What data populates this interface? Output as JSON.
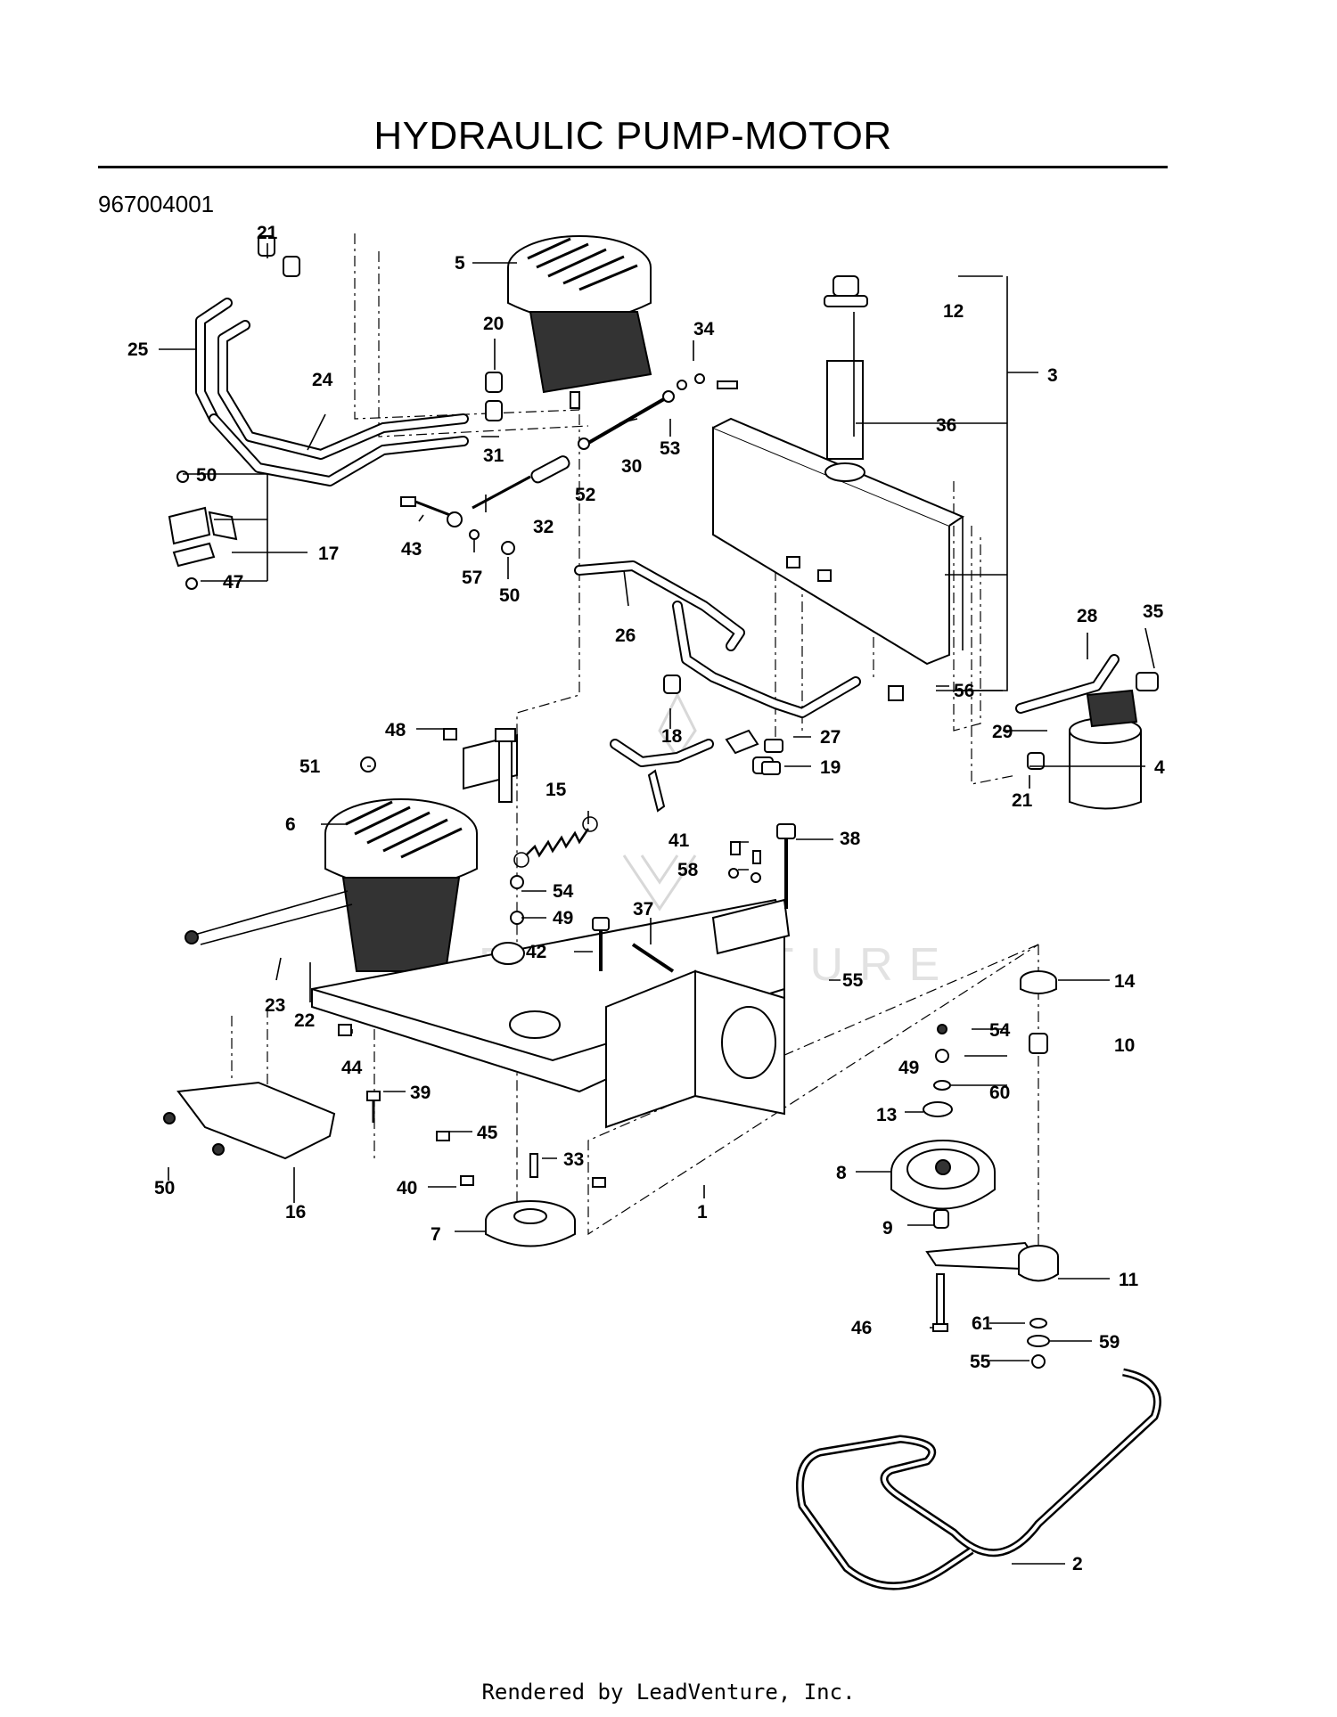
{
  "title": "HYDRAULIC PUMP-MOTOR",
  "part_number": "967004001",
  "footer": "Rendered by LeadVenture, Inc.",
  "watermark": "LEADVENTURE",
  "callouts": [
    {
      "id": "c21a",
      "label": "21"
    },
    {
      "id": "c5",
      "label": "5"
    },
    {
      "id": "c25",
      "label": "25"
    },
    {
      "id": "c20",
      "label": "20"
    },
    {
      "id": "c34",
      "label": "34"
    },
    {
      "id": "c12",
      "label": "12"
    },
    {
      "id": "c3",
      "label": "3"
    },
    {
      "id": "c24",
      "label": "24"
    },
    {
      "id": "c36",
      "label": "36"
    },
    {
      "id": "c53",
      "label": "53"
    },
    {
      "id": "c31",
      "label": "31"
    },
    {
      "id": "c30",
      "label": "30"
    },
    {
      "id": "c50a",
      "label": "50"
    },
    {
      "id": "c52",
      "label": "52"
    },
    {
      "id": "c32",
      "label": "32"
    },
    {
      "id": "c17",
      "label": "17"
    },
    {
      "id": "c43",
      "label": "43"
    },
    {
      "id": "c47",
      "label": "47"
    },
    {
      "id": "c57",
      "label": "57"
    },
    {
      "id": "c50b",
      "label": "50"
    },
    {
      "id": "c26",
      "label": "26"
    },
    {
      "id": "c28",
      "label": "28"
    },
    {
      "id": "c35",
      "label": "35"
    },
    {
      "id": "c56",
      "label": "56"
    },
    {
      "id": "c18",
      "label": "18"
    },
    {
      "id": "c48",
      "label": "48"
    },
    {
      "id": "c27",
      "label": "27"
    },
    {
      "id": "c29",
      "label": "29"
    },
    {
      "id": "c51",
      "label": "51"
    },
    {
      "id": "c19",
      "label": "19"
    },
    {
      "id": "c4",
      "label": "4"
    },
    {
      "id": "c15",
      "label": "15"
    },
    {
      "id": "c21b",
      "label": "21"
    },
    {
      "id": "c6",
      "label": "6"
    },
    {
      "id": "c41",
      "label": "41"
    },
    {
      "id": "c38",
      "label": "38"
    },
    {
      "id": "c58",
      "label": "58"
    },
    {
      "id": "c54a",
      "label": "54"
    },
    {
      "id": "c37",
      "label": "37"
    },
    {
      "id": "c49a",
      "label": "49"
    },
    {
      "id": "c42",
      "label": "42"
    },
    {
      "id": "c55a",
      "label": "55"
    },
    {
      "id": "c14",
      "label": "14"
    },
    {
      "id": "c23",
      "label": "23"
    },
    {
      "id": "c22",
      "label": "22"
    },
    {
      "id": "c54b",
      "label": "54"
    },
    {
      "id": "c10",
      "label": "10"
    },
    {
      "id": "c44",
      "label": "44"
    },
    {
      "id": "c49b",
      "label": "49"
    },
    {
      "id": "c39",
      "label": "39"
    },
    {
      "id": "c60",
      "label": "60"
    },
    {
      "id": "c45",
      "label": "45"
    },
    {
      "id": "c13",
      "label": "13"
    },
    {
      "id": "c50c",
      "label": "50"
    },
    {
      "id": "c16",
      "label": "16"
    },
    {
      "id": "c33",
      "label": "33"
    },
    {
      "id": "c8",
      "label": "8"
    },
    {
      "id": "c40",
      "label": "40"
    },
    {
      "id": "c1",
      "label": "1"
    },
    {
      "id": "c7",
      "label": "7"
    },
    {
      "id": "c9",
      "label": "9"
    },
    {
      "id": "c11",
      "label": "11"
    },
    {
      "id": "c46",
      "label": "46"
    },
    {
      "id": "c61",
      "label": "61"
    },
    {
      "id": "c59",
      "label": "59"
    },
    {
      "id": "c55b",
      "label": "55"
    },
    {
      "id": "c2",
      "label": "2"
    }
  ]
}
